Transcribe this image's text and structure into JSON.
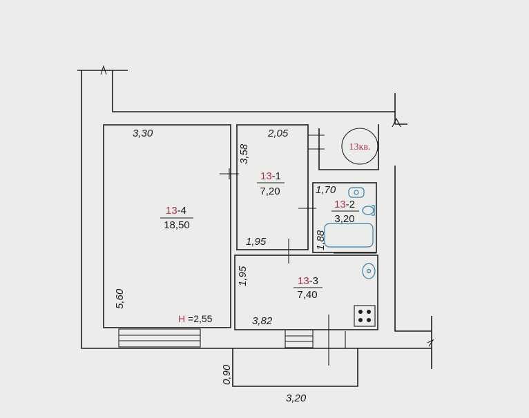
{
  "colors": {
    "paper": "#e9eae7",
    "ink": "#1c1c1c",
    "room_number": "#b0344a",
    "fixture": "#2f7fb0"
  },
  "apartment_label": "13кв.",
  "ceiling_height": "H =2,55",
  "rooms": [
    {
      "id_prefix": "13",
      "id_suffix": "-4",
      "area": "18,50"
    },
    {
      "id_prefix": "13",
      "id_suffix": "-1",
      "area": "7,20"
    },
    {
      "id_prefix": "13",
      "id_suffix": "-2",
      "area": "3,20"
    },
    {
      "id_prefix": "13",
      "id_suffix": "-3",
      "area": "7,40"
    }
  ],
  "dimensions": {
    "room4_width": "3,30",
    "room4_length": "5,60",
    "hall_width_top": "2,05",
    "hall_length": "3,58",
    "hall_width_bottom": "1,95",
    "bath_width": "1,70",
    "bath_length": "1,88",
    "kitchen_height": "1,95",
    "kitchen_width": "3,82",
    "balcony_depth": "0,90",
    "balcony_width": "3,20"
  },
  "icons": [
    "washbasin-icon",
    "toilet-icon",
    "bathtub-icon",
    "sink-icon",
    "stove-icon"
  ]
}
